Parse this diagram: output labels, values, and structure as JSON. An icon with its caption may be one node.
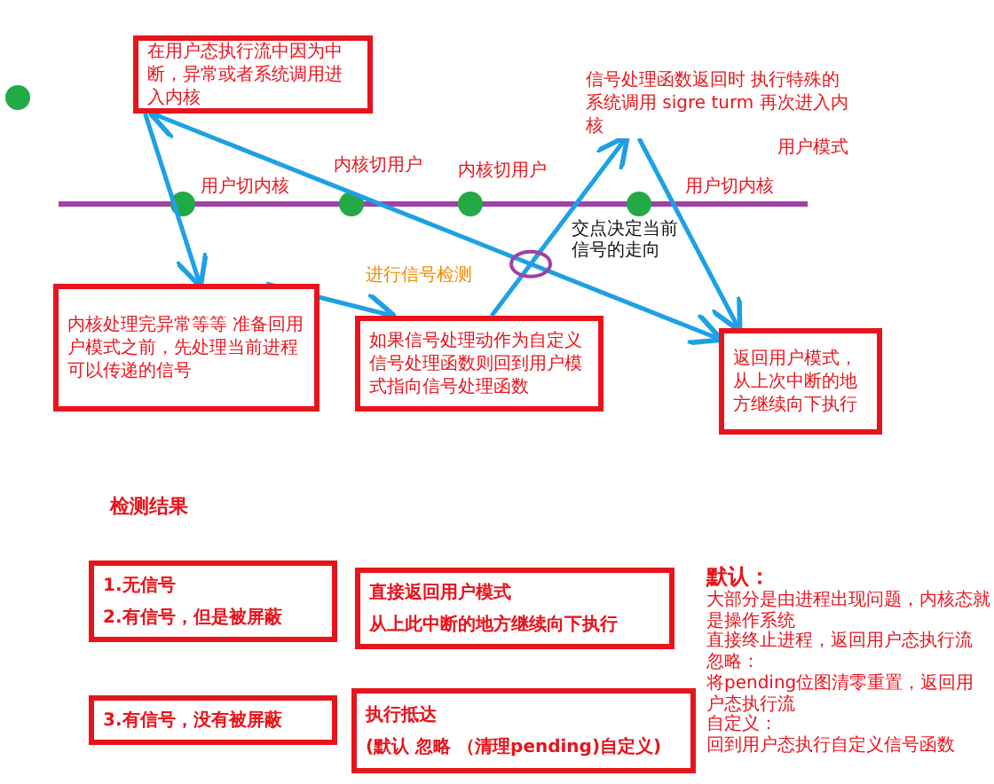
{
  "diagram": {
    "nodes": [
      {
        "text": [
          "在用户态执行流中因为中断，异常或者系统调用进入内核"
        ]
      },
      {
        "text": [
          "内核处理完异常等等 准备回用户模式之前，先处理当前进程可以传递的信号"
        ]
      },
      {
        "text": [
          "如果信号处理动作为自定义信号处理函数则回到用户模式指向信号处理函数"
        ]
      },
      {
        "text": [
          "信号处理函数返回时 执行特殊的系统调用 sigre turm 再次进入内核"
        ]
      },
      {
        "text": [
          "返回用户模式，从上次中断的地方继续向下执行"
        ]
      },
      {
        "text": [
          "1.无信号",
          "2.有信号，但是被屏蔽"
        ]
      },
      {
        "text": [
          "直接返回用户模式",
          "从上此中断的地方继续向下执行"
        ]
      },
      {
        "text": [
          "3.有信号，没有被屏蔽"
        ]
      },
      {
        "text": [
          "执行抵达",
          "(默认 忽略 （清理pending)自定义)"
        ]
      }
    ],
    "edges": [
      {
        "from": 0,
        "to": 1,
        "arrow": "to"
      },
      {
        "from": 1,
        "to": 2,
        "arrow": "to"
      },
      {
        "from": 2,
        "to": 3,
        "arrow": "to"
      },
      {
        "from": 3,
        "to": 4,
        "arrow": "to"
      },
      {
        "from": 0,
        "to": 4,
        "arrow": "both"
      }
    ],
    "labels": [
      "用户模式",
      "用户切内核",
      "内核切用户",
      "内核切用户",
      "用户切内核",
      "交点决定当前信号的走向",
      "进行信号检测",
      "检测结果",
      "默认：",
      "大部分是由进程出现问题，内核态就是操作系统",
      "直接终止进程，返回用户态执行流",
      "忽略：",
      "将pending位图清零重置，返回用户态执行流",
      "自定义：",
      "回到用户态执行自定义信号函数"
    ]
  }
}
